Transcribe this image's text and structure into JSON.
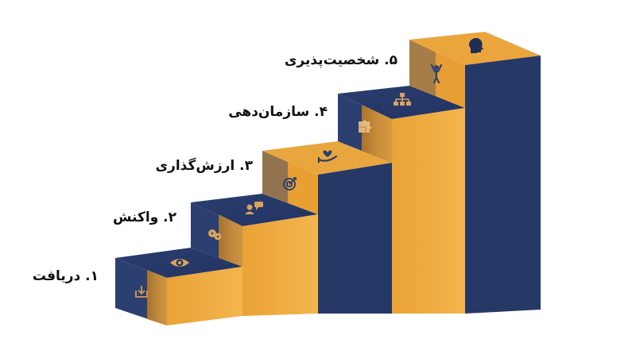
{
  "colors": {
    "navy": "#263866",
    "navy_dark": "#1e2d55",
    "orange": "#e8a43a",
    "orange_light": "#f2b34a",
    "icon": "#e0a85a",
    "label": "#111111"
  },
  "steps": [
    {
      "label": "۱. دریافت",
      "top_icon": "eye-icon",
      "front_icon": "download-icon"
    },
    {
      "label": "۲. واکنش",
      "top_icon": "chat-person-icon",
      "front_icon": "speech-bubbles-icon"
    },
    {
      "label": "۳. ارزش‌گذاری",
      "top_icon": "heart-hand-icon",
      "front_icon": "target-icon"
    },
    {
      "label": "۴. سازمان‌دهی",
      "top_icon": "org-chart-icon",
      "front_icon": "puzzle-icon"
    },
    {
      "label": "۵. شخصیت‌پذیری",
      "top_icon": "head-profile-icon",
      "front_icon": "person-cheer-icon"
    }
  ]
}
